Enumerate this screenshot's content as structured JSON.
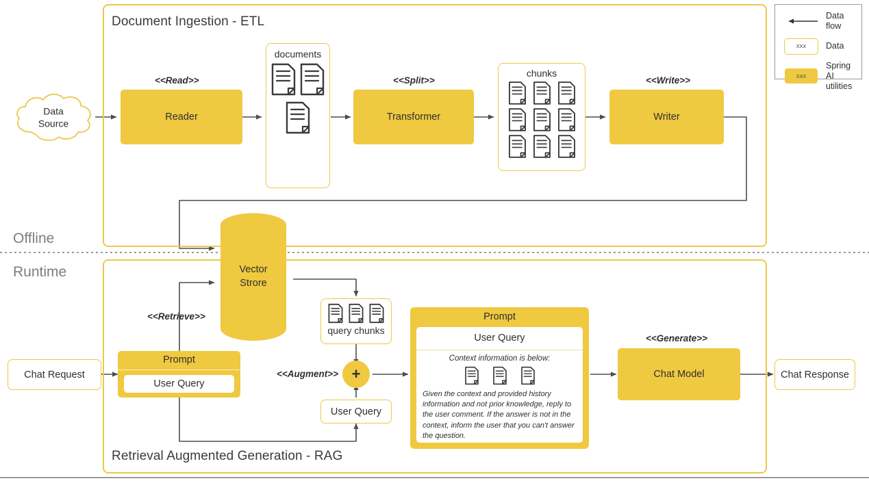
{
  "phases": {
    "offline_label": "Offline",
    "runtime_label": "Runtime"
  },
  "etl": {
    "title": "Document Ingestion - ETL",
    "source": {
      "label_line1": "Data",
      "label_line2": "Source",
      "icon": "cloud-icon"
    },
    "read": {
      "stereotype": "<<Read>>",
      "label": "Reader"
    },
    "documents": {
      "caption": "documents",
      "icon": "document-icon",
      "count": 3
    },
    "split": {
      "stereotype": "<<Split>>",
      "label": "Transformer"
    },
    "chunks": {
      "caption": "chunks",
      "icon": "document-icon",
      "count": 9
    },
    "write": {
      "stereotype": "<<Write>>",
      "label": "Writer"
    }
  },
  "vector_store": {
    "label_line1": "Vector",
    "label_line2": "Strore",
    "icon": "database-cylinder-icon"
  },
  "rag": {
    "title": "Retrieval Augmented Generation - RAG",
    "chat_request": {
      "label": "Chat Request"
    },
    "retrieve": {
      "stereotype": "<<Retrieve>>"
    },
    "augment": {
      "stereotype": "<<Augment>>",
      "symbol": "+"
    },
    "generate": {
      "stereotype": "<<Generate>>"
    },
    "prompt_small": {
      "header": "Prompt",
      "inner": "User Query"
    },
    "query_chunks": {
      "caption": "query chunks",
      "icon": "document-icon",
      "count": 3
    },
    "user_query": {
      "label": "User Query"
    },
    "prompt_big": {
      "header": "Prompt",
      "user_query": "User Query",
      "context_label": "Context information is below:",
      "icon": "document-icon",
      "icon_count": 3,
      "instruction": "Given the context and provided history information and not prior knowledge, reply to the user comment. If the answer is not in the context, inform the user that you can't answer the question."
    },
    "chat_model": {
      "label": "Chat Model"
    },
    "chat_response": {
      "label": "Chat Response"
    }
  },
  "legend": {
    "rows": [
      {
        "key": "arrow-icon",
        "label": "Data flow",
        "sample": ""
      },
      {
        "key": "data-box-icon",
        "label": "Data",
        "sample": "xxx"
      },
      {
        "key": "utility-box-icon",
        "label": "Spring AI utilities",
        "sample": "xxx"
      }
    ]
  },
  "colors": {
    "utility_fill": "#EFC940",
    "data_border": "#EBC84A",
    "group_border": "#EBC84A",
    "wire": "#4d4d4d",
    "phase_text": "#7d7d7d",
    "legend_border": "#9a9a9a"
  }
}
